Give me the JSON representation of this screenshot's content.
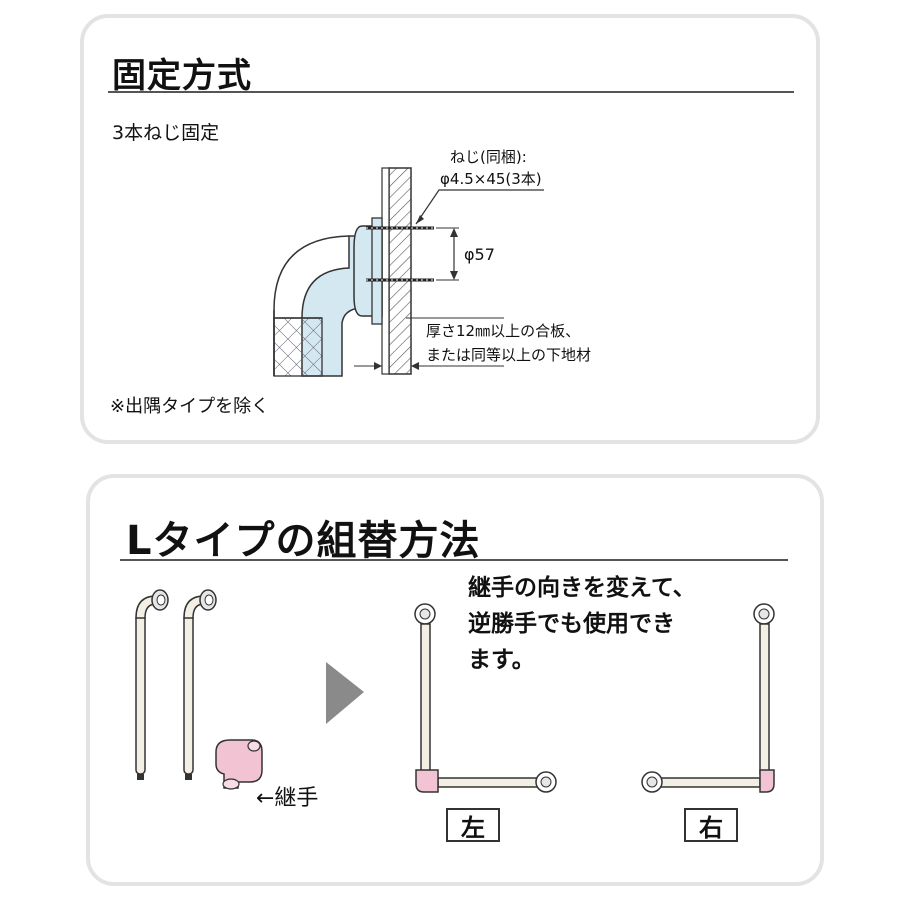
{
  "fixing_section": {
    "title": "固定方式",
    "method": "3本ねじ固定",
    "screw_label_1": "ねじ(同梱):",
    "screw_label_2": "φ4.5×45(3本)",
    "diameter_label": "φ57",
    "plywood_label_1": "厚さ12㎜以上の合板、",
    "plywood_label_2": "または同等以上の下地材",
    "note": "※出隅タイプを除く"
  },
  "ltype_section": {
    "title": "Lタイプの組替方法",
    "caption_lines": [
      "継手の向きを変えて、",
      "逆勝手でも使用でき",
      "ます。"
    ],
    "joint_label": "←継手",
    "left_label": "左",
    "right_label": "右"
  },
  "colors": {
    "pipe_fill": "#d4e8f2",
    "bar_fill": "#f3efe4",
    "joint_pink": "#f2c3d2",
    "arrow_gray": "#8a8a8a",
    "panel_border": "#e3e3e3"
  }
}
